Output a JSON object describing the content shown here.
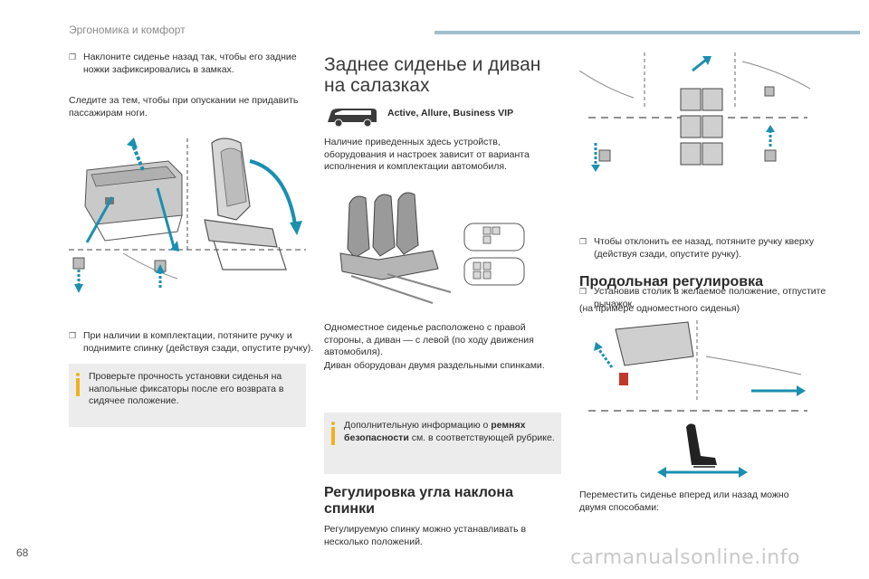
{
  "header": {
    "section_title": "Эргономика и комфорт"
  },
  "page_number": "68",
  "watermark": "carmanualsonline.info",
  "col1": {
    "bullet_tilt": "Наклоните сиденье назад так, чтобы его задние ножки зафиксировались в замках.",
    "p_follow": "Следите за тем, чтобы при опускании не придавить пассажирам ноги.",
    "bullet_handle": "При наличии в комплектации, потяните ручку и поднимите спинку (действуя сзади, опустите ручку).",
    "info": "Проверьте прочность установки сиденья на напольные фиксаторы после его возврата в сидячее положение."
  },
  "col2": {
    "heading": "Заднее сиденье и диван на салазках",
    "versions": "Active, Allure, Business VIP",
    "p_availability": "Наличие приведенных здесь устройств, оборудования и настроек зависит от варианта исполнения и комплектации автомобиля.",
    "p_layout": "Одноместное сиденье расположено с правой стороны, а диван — с левой (по ходу движения автомобиля).",
    "p_sofa": "Диван оборудован двумя раздельными спинками.",
    "info_pre": "Дополнительную информацию о ",
    "info_bold": "ремнях безопасности",
    "info_post": " см. в соответствующей рубрике.",
    "heading_recline": "Регулировка угла наклона спинки",
    "p_recline": "Регулируемую спинку можно устанавливать в несколько положений."
  },
  "col3": {
    "bullet_pull": "Чтобы отклонить ее назад, потяните ручку кверху (действуя сзади, опустите ручку).",
    "bullet_set": "Установив столик в желаемое положение, отпустите рычажок.",
    "heading_long": "Продольная регулировка",
    "p_example": "(на примере одноместного сиденья)",
    "p_move": "Переместить сиденье вперед или назад можно двумя способами:"
  },
  "colors": {
    "accent_arrow": "#1a8fb0",
    "info_icon": "#f2b01e",
    "header_bar": "#9fbfcf"
  }
}
